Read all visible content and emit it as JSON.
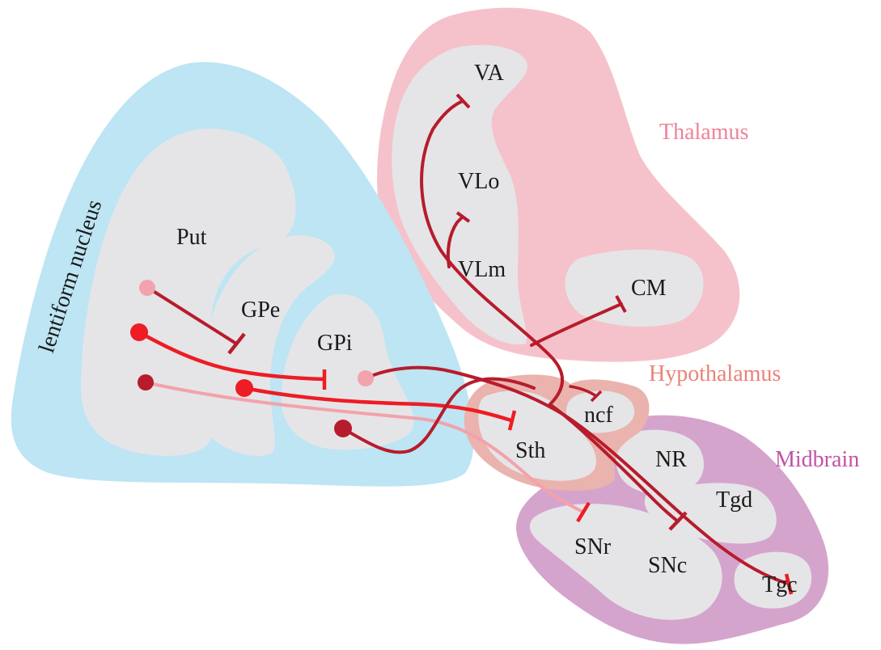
{
  "colors": {
    "lentiform_region": "#bde5f4",
    "thalamus_region": "#f5c2cb",
    "hypothalamus_region": "#eab3ad",
    "midbrain_region": "#d5a4cd",
    "nucleus_fill": "#e5e5e7",
    "thalamus_title": "#ee8399",
    "hypothalamus_title": "#ec8178",
    "midbrain_title": "#c153a5",
    "fiber_dark": "#b71c2c",
    "fiber_bright": "#ee1c24",
    "fiber_light": "#f3a2ab",
    "terminal_light": "#f2a3ad"
  },
  "regions": {
    "lentiform_title": "lentiform nucleus",
    "thalamus_title": "Thalamus",
    "hypothalamus_title": "Hypothalamus",
    "midbrain_title": "Midbrain"
  },
  "nuclei": {
    "put": "Put",
    "gpe": "GPe",
    "gpi": "GPi",
    "va": "VA",
    "vlo": "VLo",
    "vlm": "VLm",
    "cm": "CM",
    "ncf": "ncf",
    "sth": "Sth",
    "nr": "NR",
    "tgd": "Tgd",
    "snr": "SNr",
    "snc": "SNc",
    "tgc": "Tgc"
  },
  "connections": [
    {
      "from": "Put",
      "to": "GPe",
      "ending": "inhibitory",
      "color": "fiber_dark"
    },
    {
      "from": "Put",
      "to": "GPi",
      "ending": "inhibitory",
      "color": "fiber_bright"
    },
    {
      "from": "Put",
      "to": "SNr",
      "ending": "inhibitory",
      "color": "fiber_light"
    },
    {
      "from": "GPe",
      "to": "Sth",
      "ending": "inhibitory",
      "color": "fiber_bright"
    },
    {
      "from": "GPi",
      "to": "VA",
      "ending": "inhibitory",
      "color": "fiber_dark"
    },
    {
      "from": "GPi",
      "to": "VLo",
      "ending": "inhibitory",
      "color": "fiber_dark"
    },
    {
      "from": "GPi",
      "to": "CM",
      "ending": "inhibitory",
      "color": "fiber_dark"
    },
    {
      "from": "GPi",
      "to": "ncf",
      "ending": "inhibitory",
      "color": "fiber_dark"
    },
    {
      "from": "GPi",
      "to": "Tgc",
      "ending": "inhibitory",
      "color": "fiber_dark"
    },
    {
      "from": "Sth",
      "to": "SNc",
      "ending": "inhibitory",
      "color": "fiber_dark"
    }
  ]
}
